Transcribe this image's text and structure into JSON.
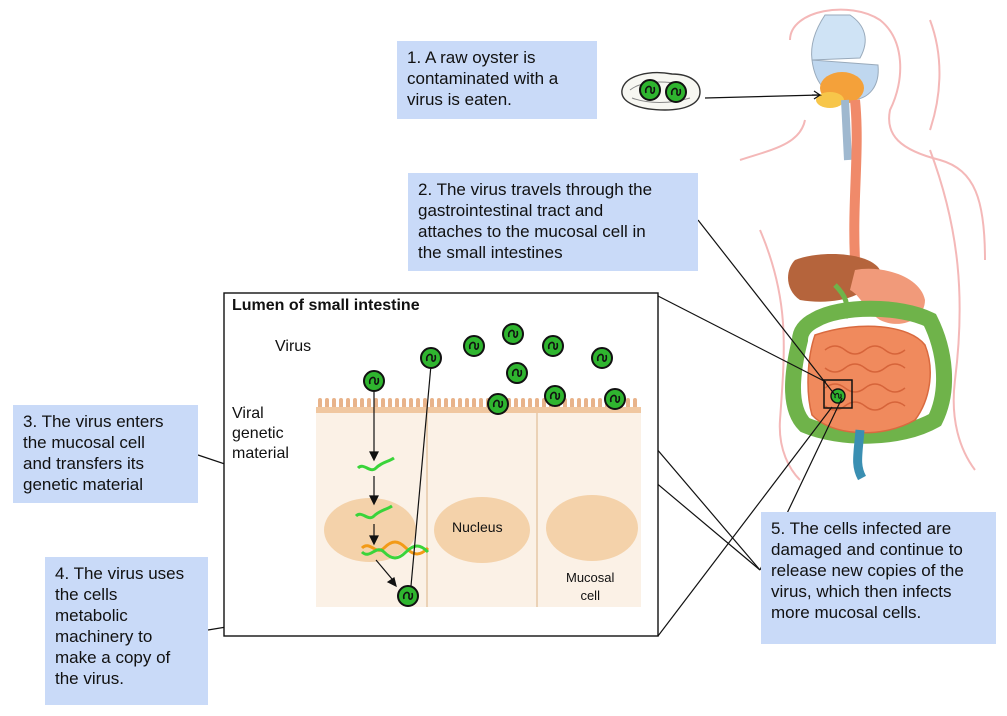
{
  "callouts": {
    "step1": "1. A raw oyster is\ncontaminated with a\nvirus is eaten.",
    "step2": "2. The virus travels through the\ngastrointestinal tract and\nattaches to the mucosal cell in\nthe small intestines",
    "step3": "3. The virus enters\nthe mucosal cell\nand transfers its\ngenetic material",
    "step4": "4. The virus uses\nthe cells\nmetabolic\nmachinery to\nmake a copy of\nthe virus.",
    "step5": "5. The cells infected are\ndamaged and continue to\nrelease new copies of the\nvirus, which then infects\nmore mucosal cells."
  },
  "inset": {
    "title": "Lumen of small intestine",
    "virus_label": "Virus",
    "viral_material_label": "Viral\ngenetic\nmaterial",
    "nucleus_label": "Nucleus",
    "mucosal_cell_label": "Mucosal\ncell"
  },
  "colors": {
    "callout_bg": "#c9daf8",
    "virus_green": "#2fb52f",
    "cell_fill": "#fbf1e6",
    "microvilli": "#e8b38a",
    "nucleus_fill": "#f4d2aa",
    "rna_green": "#3ad43a",
    "rna_orange": "#f29a17",
    "intestine": "#f08a5d",
    "colon": "#6fb34a",
    "liver": "#b5643c"
  }
}
